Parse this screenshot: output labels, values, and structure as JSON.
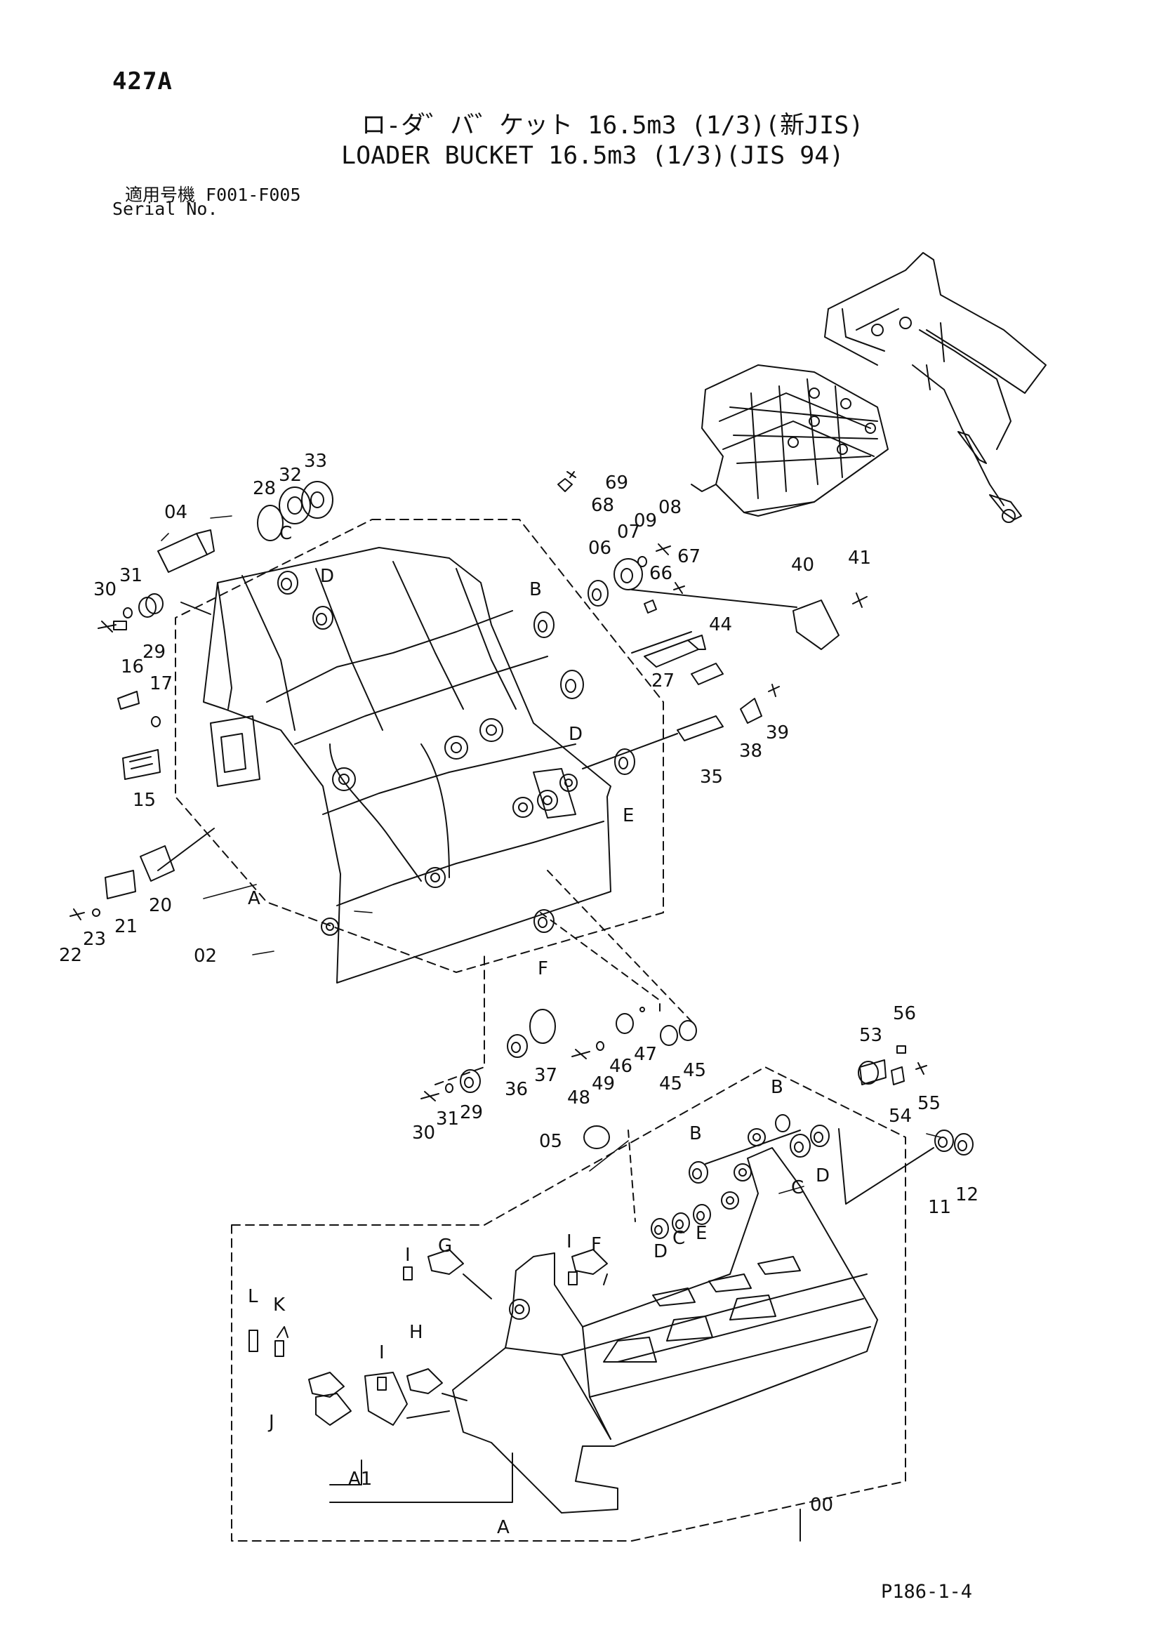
{
  "header": {
    "page_number": "427A",
    "title_jp": "ロ-ダ゛バ゛ケット 16.5m3 (1/3)(新JIS)",
    "title_en": "LOADER BUCKET 16.5m3 (1/3)(JIS 94)",
    "serial_jp": "適用号機  F001-F005",
    "serial_en": "Serial No."
  },
  "footer": {
    "code": "P186-1-4"
  },
  "part_numbers": [
    "00",
    "02",
    "04",
    "05",
    "06",
    "07",
    "08",
    "09",
    "11",
    "12",
    "15",
    "16",
    "17",
    "20",
    "21",
    "22",
    "23",
    "27",
    "28",
    "29",
    "30",
    "31",
    "32",
    "33",
    "35",
    "36",
    "37",
    "38",
    "39",
    "40",
    "41",
    "44",
    "45",
    "46",
    "47",
    "48",
    "49",
    "53",
    "54",
    "55",
    "56",
    "66",
    "67",
    "68",
    "69"
  ],
  "letter_refs": [
    "A",
    "A1",
    "B",
    "C",
    "D",
    "E",
    "F",
    "G",
    "H",
    "I",
    "J",
    "K",
    "L"
  ]
}
